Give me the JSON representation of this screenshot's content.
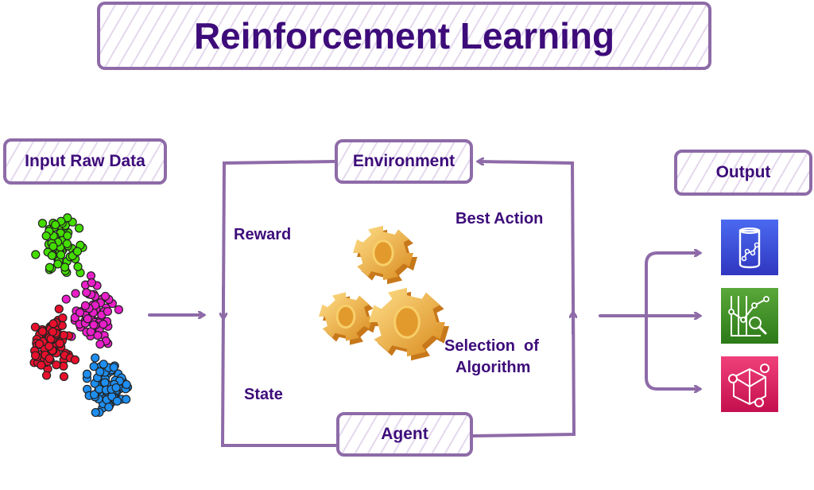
{
  "title": "Reinforcement Learning",
  "boxes": {
    "input": "Input Raw Data",
    "environment": "Environment",
    "agent": "Agent",
    "output": "Output"
  },
  "labels": {
    "reward": "Reward",
    "state": "State",
    "best_action": "Best Action",
    "selection_line1": "Selection  of",
    "selection_line2": "Algorithm"
  },
  "colors": {
    "accent": "#8e6ba8",
    "text": "#3d0c7a",
    "cluster_green": "#44dd00",
    "cluster_magenta": "#e81ec8",
    "cluster_red": "#e8102c",
    "cluster_blue": "#1e8ef0",
    "icon_blue": "#3b50d8",
    "icon_green": "#3f8a24",
    "icon_pink": "#d8205c",
    "gear": "#f2b53a"
  },
  "output_icons": [
    "database-analytics-icon",
    "chart-search-icon",
    "cube-network-icon"
  ]
}
